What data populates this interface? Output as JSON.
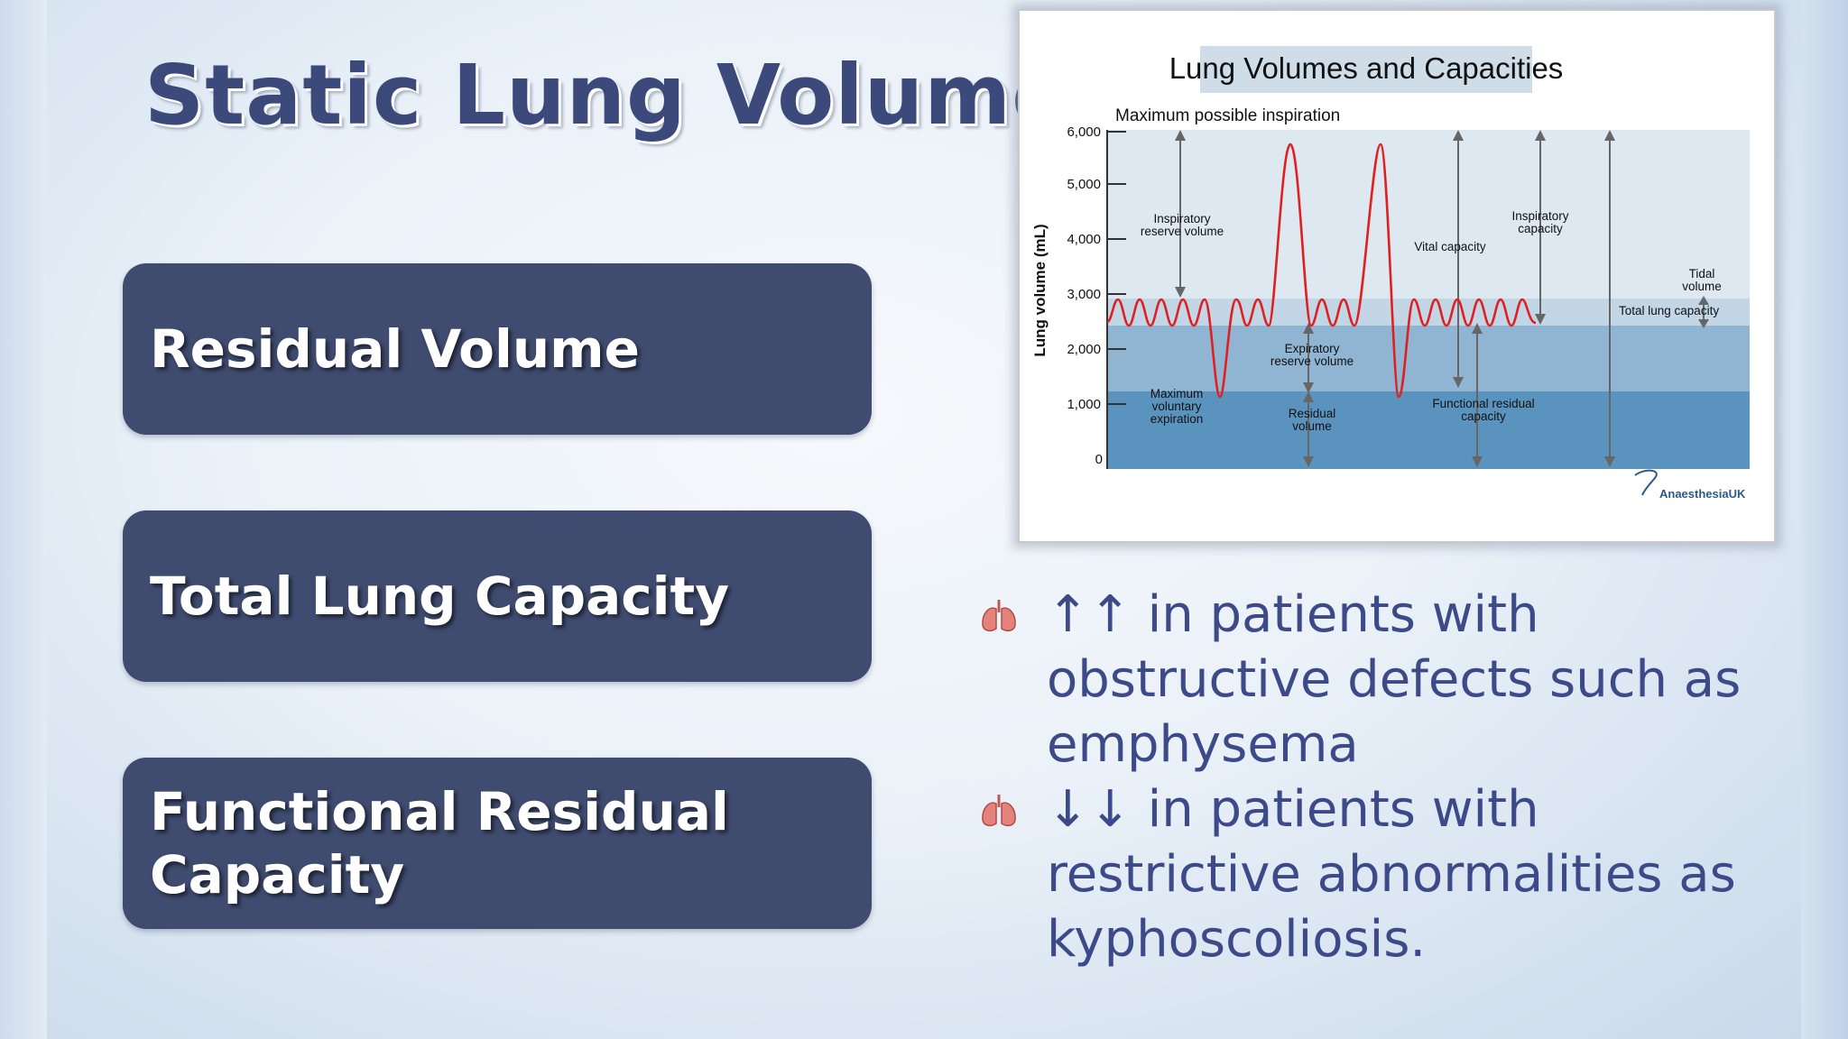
{
  "slide": {
    "title": "Static Lung Volumes",
    "cards": [
      "Residual Volume",
      "Total Lung Capacity",
      "Functional Residual Capacity"
    ],
    "bullets": [
      {
        "icon": "lungs-icon",
        "text": "↑↑ in patients with obstructive defects such as emphysema"
      },
      {
        "icon": "lungs-icon",
        "text": "↓↓ in patients with restrictive abnormalities as kyphoscoliosis."
      }
    ]
  },
  "figure": {
    "title": "Lung Volumes and Capacities",
    "top_label": "Maximum possible inspiration",
    "y_axis_label": "Lung volume (mL)",
    "y_ticks": [
      "6,000",
      "5,000",
      "4,000",
      "3,000",
      "2,000",
      "1,000",
      "0"
    ],
    "labels": {
      "inspiratory_reserve": [
        "Inspiratory",
        "reserve volume"
      ],
      "vital_capacity": "Vital capacity",
      "inspiratory_capacity": [
        "Inspiratory",
        "capacity"
      ],
      "tidal_volume": [
        "Tidal",
        "volume"
      ],
      "total_lung_capacity": "Total lung capacity",
      "expiratory_reserve": [
        "Expiratory",
        "reserve volume"
      ],
      "max_voluntary_expiration": [
        "Maximum",
        "voluntary",
        "expiration"
      ],
      "residual_volume": [
        "Residual",
        "volume"
      ],
      "functional_residual": [
        "Functional residual",
        "capacity"
      ]
    },
    "brand": "AnaesthesiaUK",
    "colors": {
      "trace": "#e02020",
      "band_top": "#dde8f1",
      "band_tidal": "#c2d6e5",
      "band_mid": "#8fb5d2",
      "band_low": "#5b93bf",
      "title_box": "#cfdde9"
    }
  }
}
